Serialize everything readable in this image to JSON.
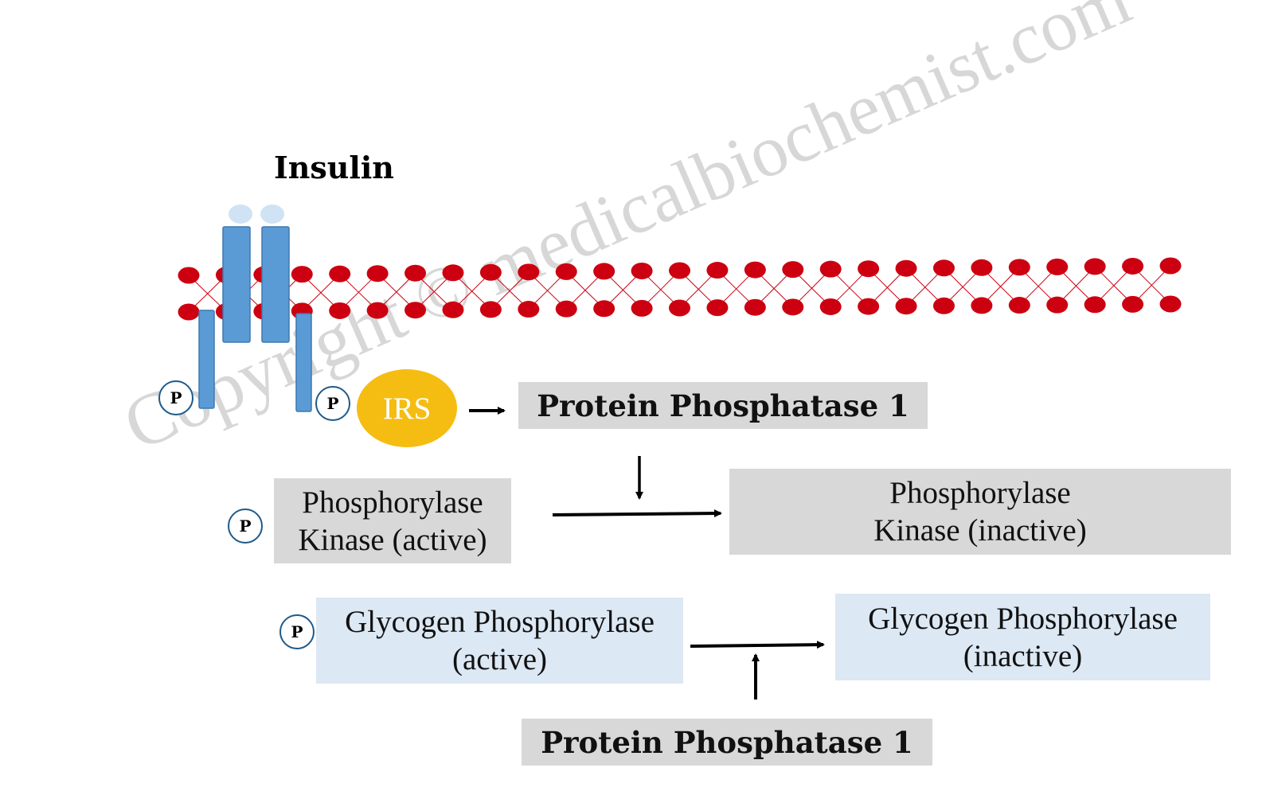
{
  "insulin_label": "Insulin",
  "irs_label": "IRS",
  "phosphate_label": "P",
  "pp1_top": "Protein Phosphatase 1",
  "pp1_bottom": "Protein Phosphatase 1",
  "phk_active": {
    "line1": "Phosphorylase",
    "line2": "Kinase (active)"
  },
  "phk_inactive": {
    "line1": "Phosphorylase",
    "line2": "Kinase (inactive)"
  },
  "gp_active": {
    "line1": "Glycogen Phosphorylase",
    "line2": "(active)"
  },
  "gp_inactive": {
    "line1": "Glycogen Phosphorylase",
    "line2": "(inactive)"
  },
  "watermark": "Copyright © medicalbiochemist.com",
  "colors": {
    "membrane_dot": "#cc0010",
    "receptor": "#5b9bd5",
    "irs": "#f5bd12",
    "gray_box": "#d8d8d8",
    "blue_box": "#dce8f4"
  }
}
